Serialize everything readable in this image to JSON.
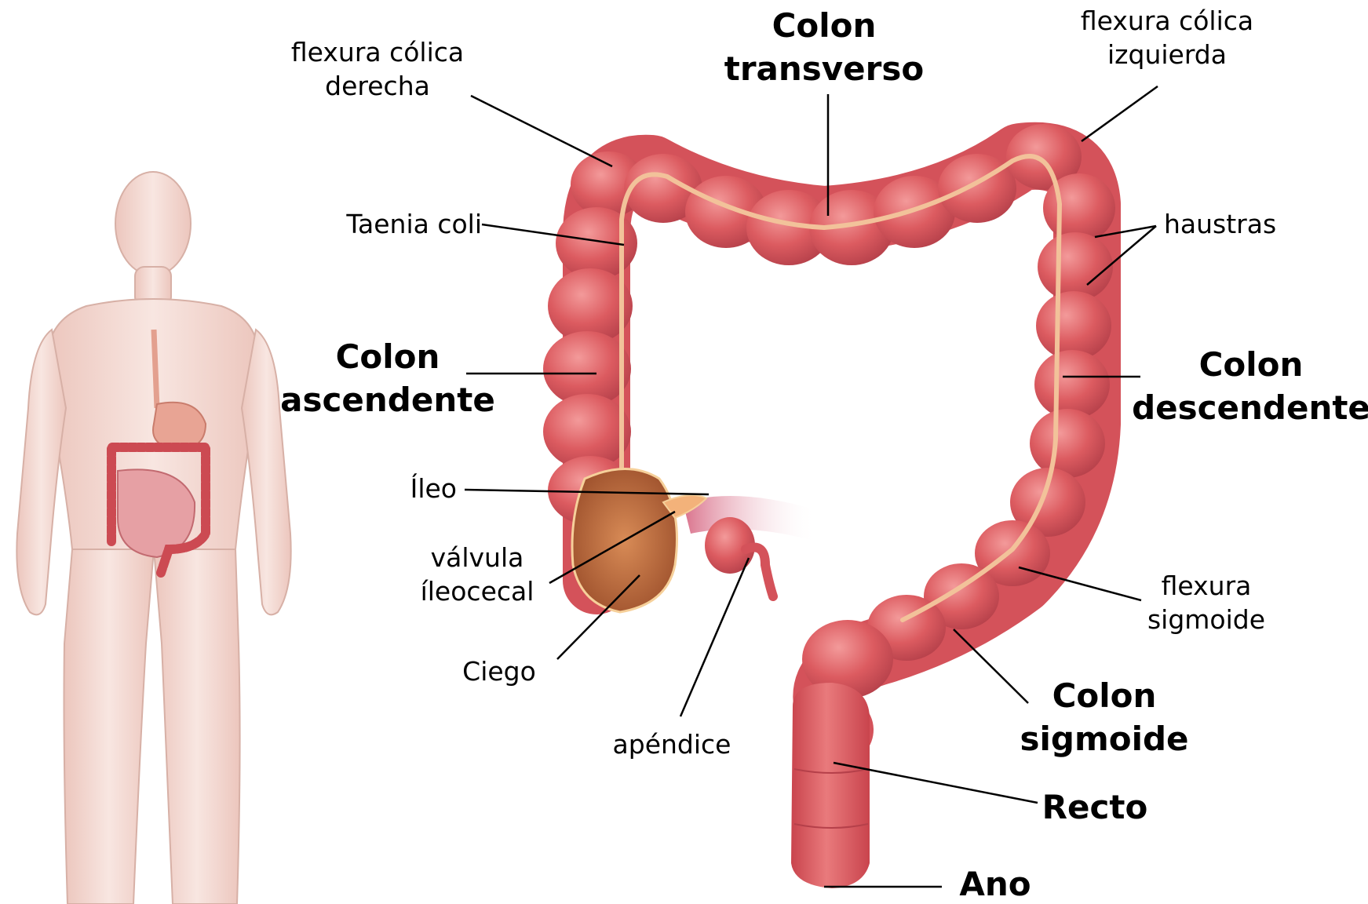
{
  "colors": {
    "colon": "#d9545a",
    "colon_light": "#ef8b8c",
    "colon_dark": "#b23a43",
    "taenia": "#f4c39a",
    "cecum_inner": "#c2703e",
    "ileum": "#e88fa5",
    "body": "#f4d9d2",
    "body_outline": "#d9b4ab",
    "leader": "#000000"
  },
  "labels": {
    "colon_transverso": [
      "Colon",
      "transverso"
    ],
    "flexura_derecha": [
      "flexura cólica",
      "derecha"
    ],
    "flexura_izquierda": [
      "flexura cólica",
      "izquierda"
    ],
    "taenia_coli": "Taenia coli",
    "haustras": "haustras",
    "colon_ascendente": [
      "Colon",
      "ascendente"
    ],
    "colon_descendente": [
      "Colon",
      "descendente"
    ],
    "ileo": "Íleo",
    "valvula": [
      "válvula",
      "íleocecal"
    ],
    "ciego": "Ciego",
    "apendice": "apéndice",
    "flexura_sigmoide": [
      "flexura",
      "sigmoide"
    ],
    "colon_sigmoide": [
      "Colon",
      "sigmoide"
    ],
    "recto": "Recto",
    "ano": "Ano"
  }
}
